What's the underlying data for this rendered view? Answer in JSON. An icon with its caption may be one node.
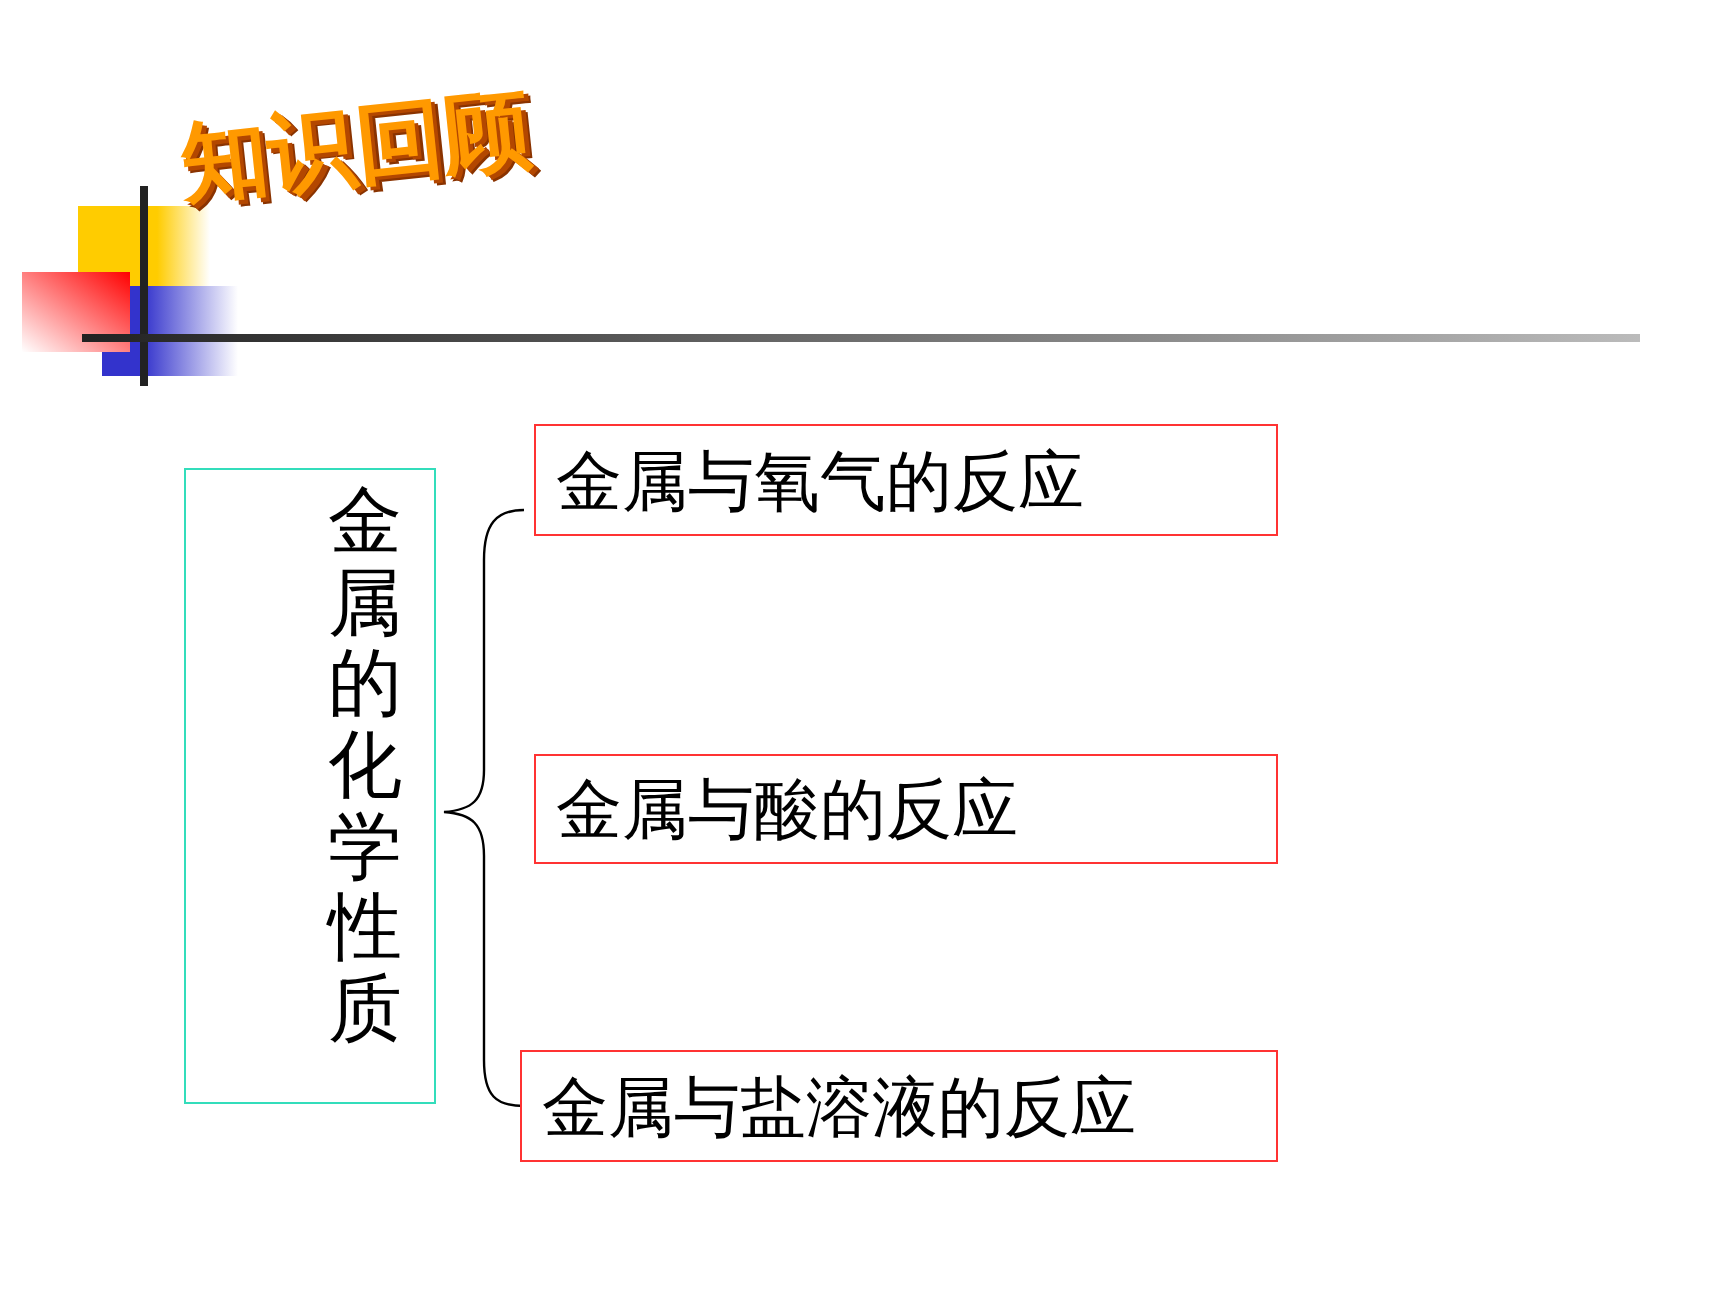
{
  "diagram": {
    "title": "知识回顾",
    "nodes": [
      {
        "text": [
          "金属的化学性质"
        ]
      },
      {
        "text": [
          "金属与氧气的反应"
        ]
      },
      {
        "text": [
          "金属与酸的反应"
        ]
      },
      {
        "text": [
          "金属与盐溶液的反应"
        ]
      }
    ]
  }
}
